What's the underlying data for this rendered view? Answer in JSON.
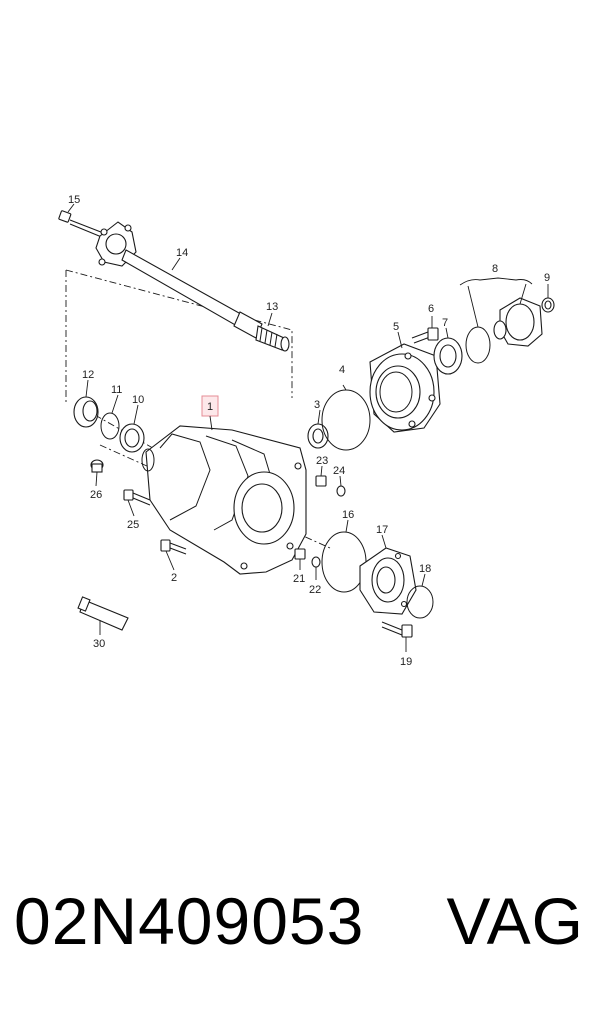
{
  "diagram": {
    "callouts": {
      "c1": "1",
      "c2": "2",
      "c3": "3",
      "c4": "4",
      "c5": "5",
      "c6": "6",
      "c7": "7",
      "c8": "8",
      "c9": "9",
      "c10": "10",
      "c11": "11",
      "c12": "12",
      "c13": "13",
      "c14": "14",
      "c15": "15",
      "c16": "16",
      "c17": "17",
      "c18": "18",
      "c19": "19",
      "c21": "21",
      "c22": "22",
      "c23": "23",
      "c24": "24",
      "c25": "25",
      "c26": "26",
      "c30": "30"
    }
  },
  "footer": {
    "part_number": "02N409053",
    "brand": "VAG"
  }
}
